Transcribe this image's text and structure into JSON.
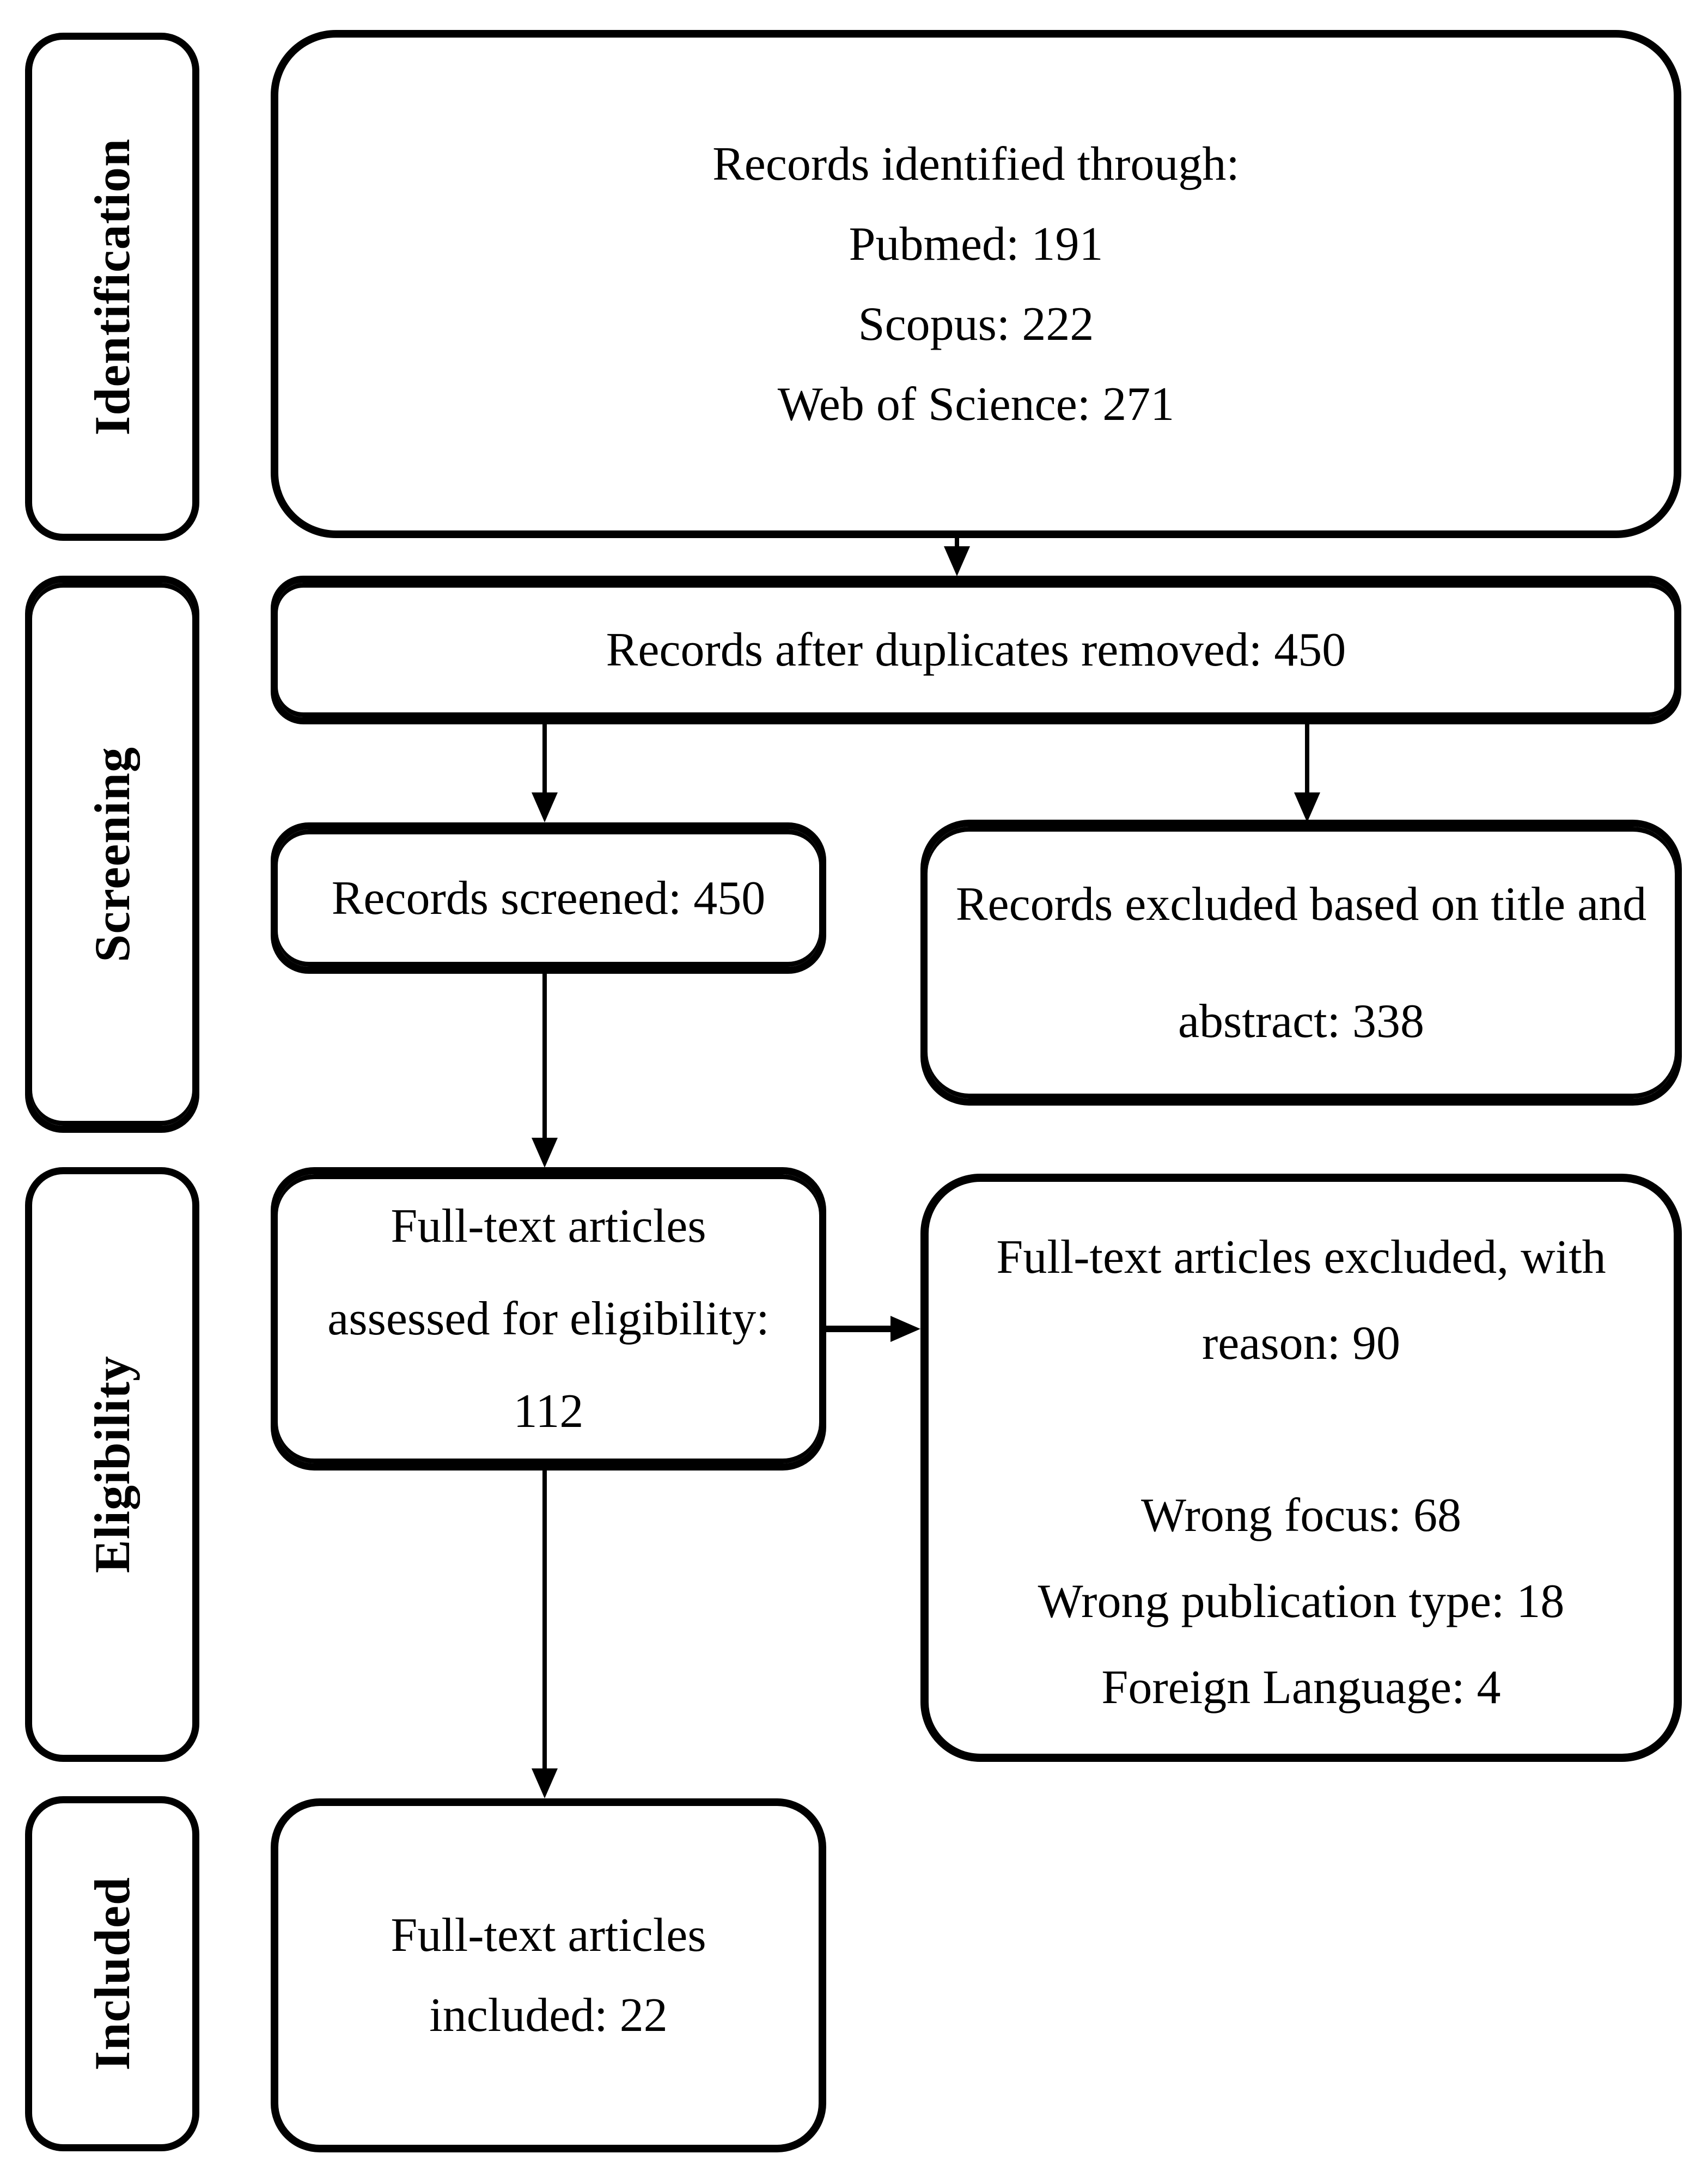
{
  "diagram": {
    "stages": [
      "Identification",
      "Screening",
      "Eligibility",
      "Included"
    ],
    "boxes": {
      "identified": {
        "lines": [
          "Records identified through:",
          "Pubmed: 191",
          "Scopus: 222",
          "Web of Science: 271"
        ]
      },
      "duplicates_removed": {
        "text": "Records after duplicates removed: 450"
      },
      "screened": {
        "text": "Records screened: 450"
      },
      "excluded_title_abstract": {
        "lines": [
          "Records excluded based on title and",
          "abstract: 338"
        ]
      },
      "fulltext_assessed": {
        "lines": [
          "Full-text articles",
          "assessed for eligibility:",
          "112"
        ]
      },
      "fulltext_excluded": {
        "lines": [
          "Full-text articles excluded, with",
          "reason: 90"
        ],
        "reasons": [
          "Wrong focus: 68",
          "Wrong publication type: 18",
          "Foreign Language: 4"
        ]
      },
      "included": {
        "lines": [
          "Full-text articles",
          "included: 22"
        ]
      }
    },
    "counts": {
      "pubmed": 191,
      "scopus": 222,
      "web_of_science": 271,
      "after_duplicates_removed": 450,
      "screened": 450,
      "excluded_title_abstract": 338,
      "fulltext_assessed": 112,
      "fulltext_excluded": 90,
      "wrong_focus": 68,
      "wrong_publication_type": 18,
      "foreign_language": 4,
      "included": 22
    },
    "colors": {
      "line": "#000000",
      "background": "#ffffff",
      "text": "#000000"
    }
  }
}
